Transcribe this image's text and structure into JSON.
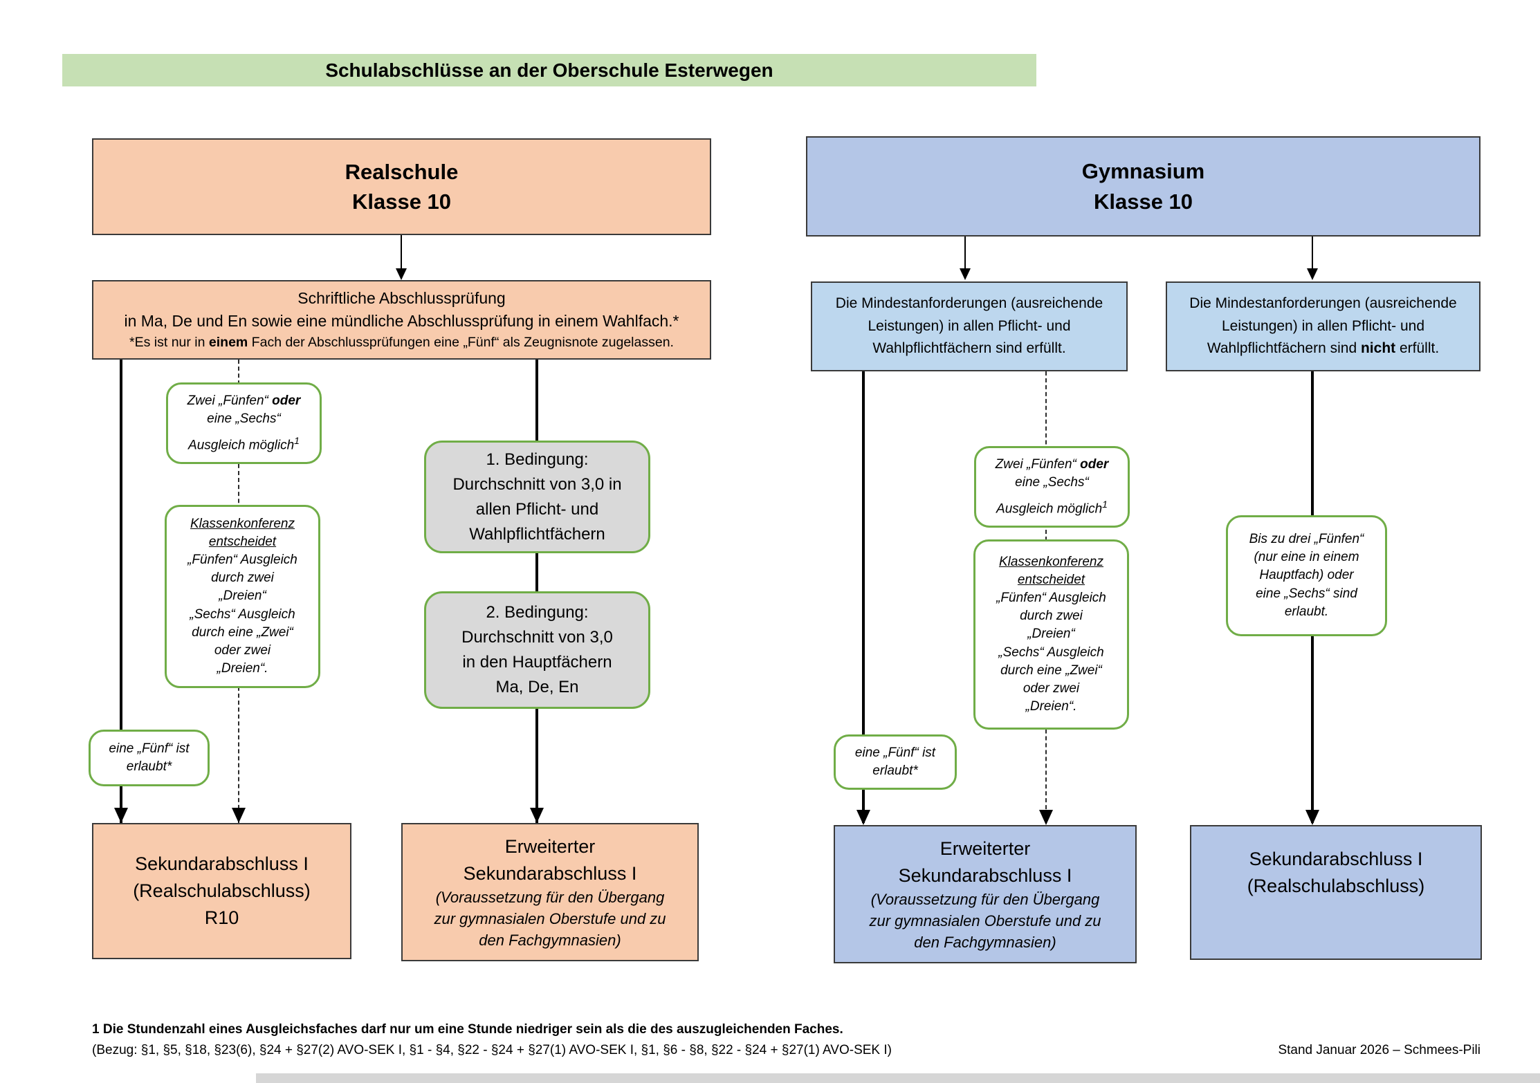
{
  "title": "Schulabschlüsse an der Oberschule Esterwegen",
  "colors": {
    "banner_green": "#c6e0b4",
    "realschule_peach": "#f8cbad",
    "gymnasium_blue": "#b4c6e7",
    "condition_blue": "#bdd7ee",
    "condition_gray": "#d9d9d9",
    "green_border": "#70ad47"
  },
  "realschule": {
    "header": {
      "line1": "Realschule",
      "line2": "Klasse 10"
    },
    "exam": {
      "line1": "Schriftliche Abschlussprüfung",
      "line2": "in Ma, De und En sowie eine mündliche Abschlussprüfung in einem Wahlfach.*",
      "note_prefix": "*Es ist nur in ",
      "note_bold": "einem",
      "note_suffix": " Fach der Abschlussprüfungen eine „Fünf“ als Zeugnisnote zugelassen."
    },
    "ausgleich": {
      "line1_prefix": "Zwei „Fünfen“ ",
      "line1_bold": "oder",
      "line2": "eine „Sechs“",
      "line3": "Ausgleich möglich",
      "line3_sup": "1"
    },
    "klassenkonferenz": {
      "heading_line1": "Klassenkonferenz",
      "heading_line2": "entscheidet",
      "lines": [
        "„Fünfen“ Ausgleich",
        "durch zwei",
        "„Dreien“",
        "„Sechs“ Ausgleich",
        "durch eine „Zwei“",
        "oder zwei",
        "„Dreien“."
      ]
    },
    "bedingung1": {
      "lines": [
        "1. Bedingung:",
        "Durchschnitt von 3,0 in",
        "allen Pflicht- und",
        "Wahlpflichtfächern"
      ]
    },
    "bedingung2": {
      "lines": [
        "2. Bedingung:",
        "Durchschnitt von 3,0",
        "in den Hauptfächern",
        "Ma, De, En"
      ]
    },
    "fuenf_erlaubt": {
      "line1": "eine „Fünf“ ist",
      "line2": "erlaubt*"
    },
    "result1": {
      "lines": [
        "Sekundarabschluss I",
        "(Realschulabschluss)",
        "R10"
      ]
    },
    "result2": {
      "title_lines": [
        "Erweiterter",
        "Sekundarabschluss I"
      ],
      "note_lines": [
        "(Voraussetzung für den Übergang",
        "zur gymnasialen Oberstufe und zu",
        "den Fachgymnasien)"
      ]
    }
  },
  "gymnasium": {
    "header": {
      "line1": "Gymnasium",
      "line2": "Klasse 10"
    },
    "erfuellt": {
      "lines": [
        "Die Mindestanforderungen (ausreichende",
        "Leistungen)  in allen Pflicht- und",
        "Wahlpflichtfächern sind erfüllt."
      ]
    },
    "nicht_erfuellt": {
      "line1": "Die Mindestanforderungen (ausreichende",
      "line2": "Leistungen) in allen Pflicht- und",
      "line3_prefix": "Wahlpflichtfächern sind ",
      "line3_bold": "nicht",
      "line3_suffix": " erfüllt."
    },
    "ausgleich": {
      "line1_prefix": "Zwei „Fünfen“ ",
      "line1_bold": "oder",
      "line2": "eine „Sechs“",
      "line3": "Ausgleich möglich",
      "line3_sup": "1"
    },
    "klassenkonferenz": {
      "heading_line1": "Klassenkonferenz",
      "heading_line2": "entscheidet",
      "lines": [
        "„Fünfen“ Ausgleich",
        "durch zwei",
        "„Dreien“",
        "„Sechs“ Ausgleich",
        "durch eine „Zwei“",
        "oder zwei",
        "„Dreien“."
      ]
    },
    "fuenf_erlaubt": {
      "line1": "eine „Fünf“ ist",
      "line2": "erlaubt*"
    },
    "bis_zu_drei": {
      "lines": [
        "Bis zu drei „Fünfen“",
        "(nur eine in einem",
        "Hauptfach) oder",
        "eine „Sechs“ sind",
        "erlaubt."
      ]
    },
    "result1": {
      "title_lines": [
        "Erweiterter",
        "Sekundarabschluss I"
      ],
      "note_lines": [
        "(Voraussetzung für den Übergang",
        "zur gymnasialen Oberstufe und zu",
        "den Fachgymnasien)"
      ]
    },
    "result2": {
      "lines": [
        "Sekundarabschluss I",
        "(Realschulabschluss)"
      ]
    }
  },
  "footer": {
    "footnote_bold": "1 Die Stundenzahl eines Ausgleichsfaches darf nur um eine Stunde niedriger sein als die des auszugleichenden Faches.",
    "footnote_ref": "(Bezug: §1, §5, §18, §23(6), §24 + §27(2) AVO-SEK I, §1 - §4, §22 - §24 + §27(1) AVO-SEK I, §1, §6 - §8, §22 - §24 + §27(1) AVO-SEK I)",
    "stand": "Stand Januar 2026 – Schmees-Pili"
  }
}
